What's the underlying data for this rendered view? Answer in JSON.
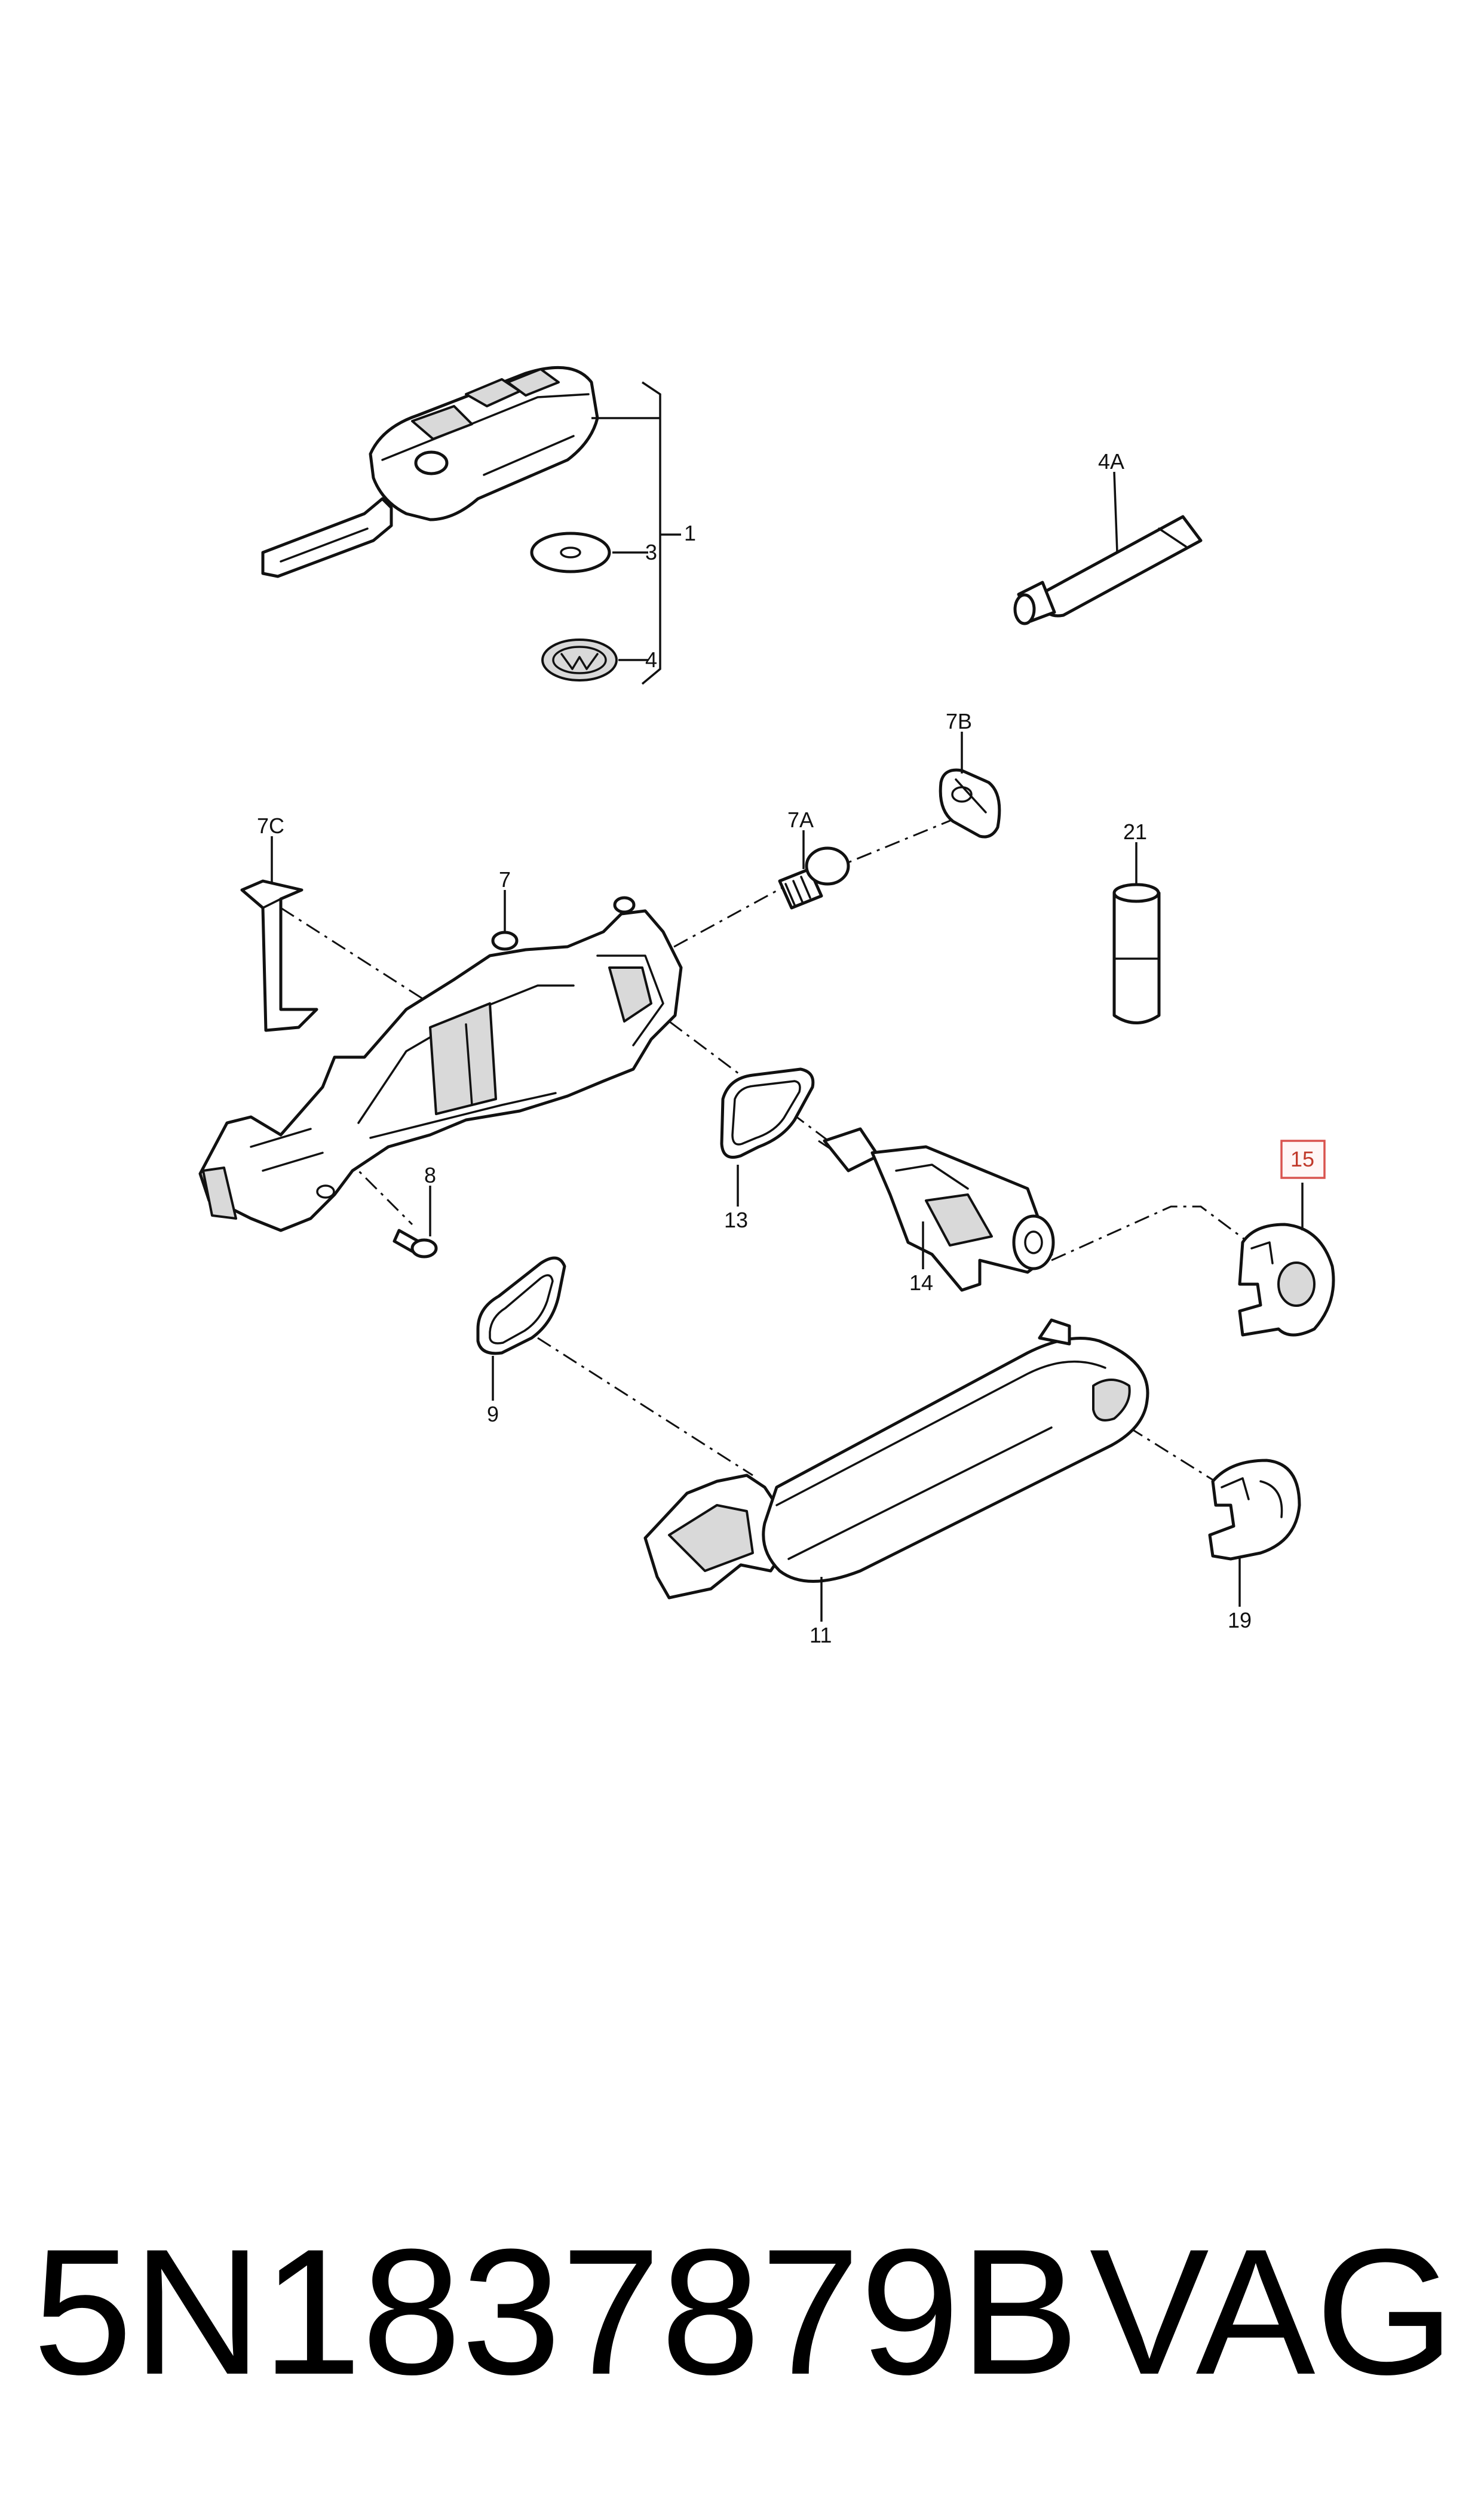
{
  "callouts": {
    "c1": "1",
    "c3": "3",
    "c4": "4",
    "c4A": "4A",
    "c7B": "7B",
    "c7A": "7A",
    "c7C": "7C",
    "c7": "7",
    "c21": "21",
    "c8": "8",
    "c13": "13",
    "c14": "14",
    "c15": "15",
    "c9": "9",
    "c11": "11",
    "c19": "19"
  },
  "highlighted_callout": "15",
  "colors": {
    "highlight": "#d9534f",
    "line": "#111111",
    "background": "#ffffff"
  },
  "footer": {
    "part_number": "5N1837879B",
    "brand": "VAG"
  }
}
